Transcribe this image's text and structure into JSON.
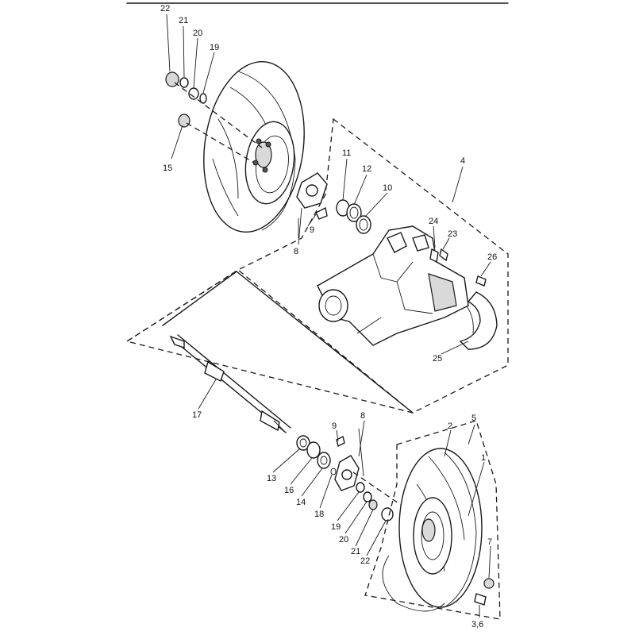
{
  "labels": {
    "p1": "1",
    "p2": "2",
    "p3_6": "3,6",
    "p4": "4",
    "p5": "5",
    "p7": "7",
    "p8_top": "8",
    "p8_bottom": "8",
    "p9_top": "9",
    "p9_bottom": "9",
    "p10": "10",
    "p11": "11",
    "p12": "12",
    "p13": "13",
    "p14": "14",
    "p15": "15",
    "p16": "16",
    "p17": "17",
    "p18": "18",
    "p19_top": "19",
    "p19_bottom": "19",
    "p20_top": "20",
    "p20_bottom": "20",
    "p21_top": "21",
    "p21_bottom": "21",
    "p22_top": "22",
    "p22_bottom": "22",
    "p23": "23",
    "p24": "24",
    "p25": "25",
    "p26": "26"
  }
}
